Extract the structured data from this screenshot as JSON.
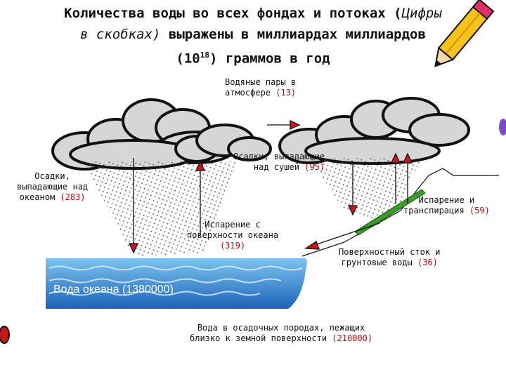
{
  "title": {
    "line1_bold": "Количества воды во всех фондах и потоках (",
    "line1_tail": "Цифры",
    "line2_italic": "в скобках)",
    "line2_bold": " выражены в миллиардах миллиардов",
    "line3_prefix": "(10",
    "line3_sup": "18",
    "line3_suffix": ") граммов в год"
  },
  "labels": {
    "vapor": {
      "text1": "Водяные пары в",
      "text2": "атмосфере ",
      "value": "(13)"
    },
    "ocean_precip": {
      "text1": "Осадки,",
      "text2": "выпадающие над",
      "text3": "океаном ",
      "value": "(283)"
    },
    "land_precip": {
      "text1": "Осадки, выпадающие",
      "text2": "над сушей ",
      "value": "(95)"
    },
    "ocean_evap": {
      "text1": "Испарение с",
      "text2": "поверхности океана",
      "value": "(319)"
    },
    "land_evap": {
      "text1": "Испарение и",
      "text2": "транспирация ",
      "value": "(59)"
    },
    "runoff": {
      "text1": "Поверхностный сток и",
      "text2": "грунтовые воды ",
      "value": "(36)"
    },
    "ocean_water": "Вода океана (1380000)",
    "sediments": {
      "text1": "Вода в осадочных породах, лежащих",
      "text2": "близко к земной поверхности ",
      "value": "(210000)"
    }
  },
  "colors": {
    "arrow": "#c8161c",
    "ocean_top": "#5fb4ea",
    "ocean_bottom": "#1f6fc4",
    "cloud": "#1a1a1a",
    "land_veg": "#3a9b2a",
    "value_text": "#b01010"
  }
}
